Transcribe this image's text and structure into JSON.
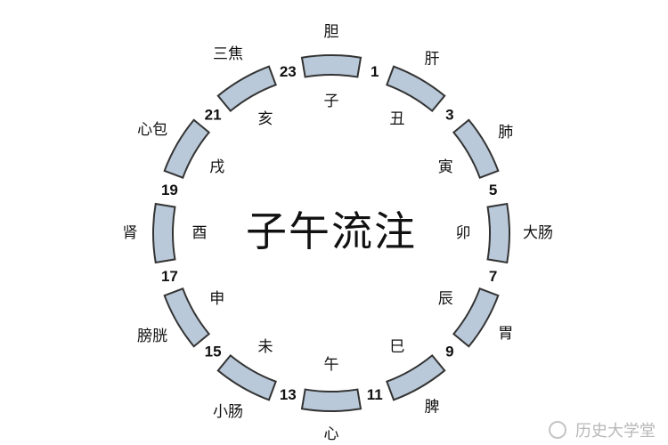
{
  "title": "子午流注",
  "colors": {
    "segment_fill": "#b9c9d9",
    "segment_stroke": "#333333",
    "text": "#111111"
  },
  "hours": [
    "23",
    "1",
    "3",
    "5",
    "7",
    "9",
    "11",
    "13",
    "15",
    "17",
    "19",
    "21"
  ],
  "organs": [
    "胆",
    "肝",
    "肺",
    "大肠",
    "胃",
    "脾",
    "心",
    "小肠",
    "膀胱",
    "肾",
    "心包",
    "三焦"
  ],
  "branches": [
    "子",
    "丑",
    "寅",
    "卯",
    "辰",
    "巳",
    "午",
    "未",
    "申",
    "酉",
    "戌",
    "亥"
  ],
  "watermark": "历史大学堂"
}
